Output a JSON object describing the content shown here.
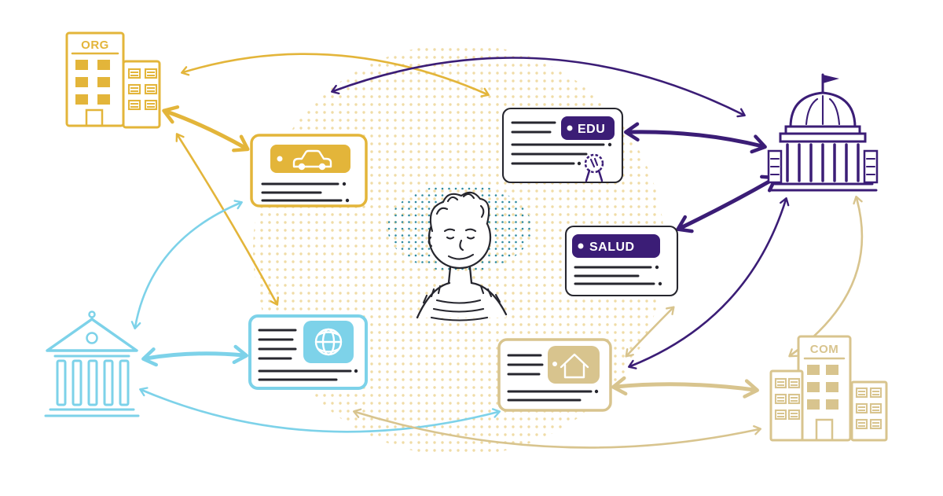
{
  "palette": {
    "gold": "#E3B53A",
    "cyan": "#7DD2E9",
    "purple": "#3B1D76",
    "tan": "#D8C48E",
    "ink": "#26262E",
    "dotgold": "#F0DCA6",
    "dotteal": "#2E8BA0"
  },
  "buildings": {
    "org": {
      "label": "ORG",
      "icon": "org-building"
    },
    "bank": {
      "icon": "bank-building"
    },
    "government": {
      "icon": "capitol-building"
    },
    "com": {
      "label": "COM",
      "icon": "com-building"
    }
  },
  "credentials": {
    "vehicle": {
      "icon": "car-icon"
    },
    "education": {
      "tag_label": "EDU",
      "icon": "seal-icon"
    },
    "health": {
      "tag_label": "SALUD"
    },
    "identity": {
      "icon": "globe-icon"
    },
    "property": {
      "icon": "house-icon"
    }
  }
}
